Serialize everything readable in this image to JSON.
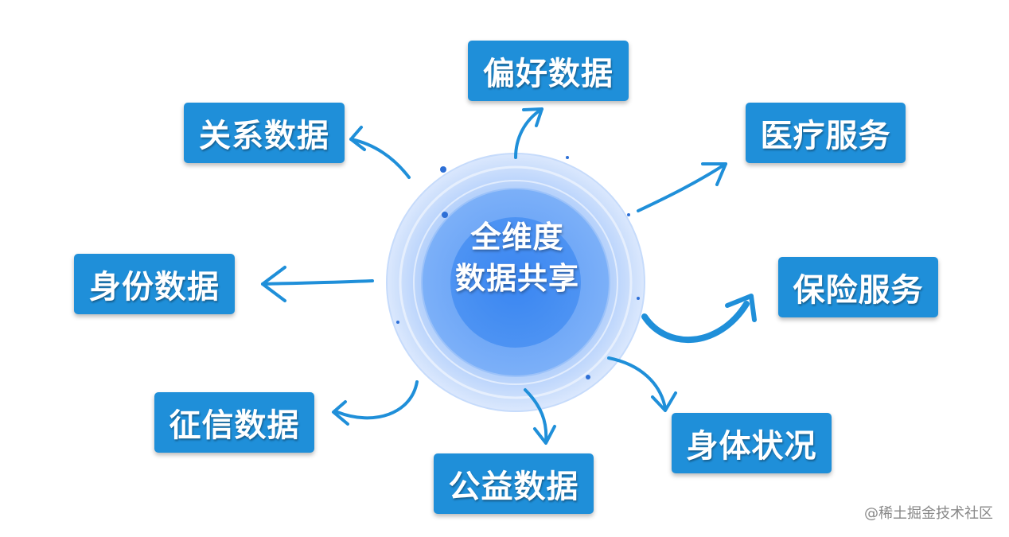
{
  "center": {
    "line1": "全维度",
    "line2": "数据共享"
  },
  "nodes": {
    "preference": "偏好数据",
    "relationship": "关系数据",
    "medical": "医疗服务",
    "identity": "身份数据",
    "insurance": "保险服务",
    "credit": "征信数据",
    "physical": "身体状况",
    "charity": "公益数据"
  },
  "watermark": "@稀土掘金技术社区",
  "colors": {
    "box_fill": "#1f8fd9",
    "arrow": "#1f8fd9",
    "circle_core": "#3f8cf2",
    "circle_mid": "#5d9ff6",
    "circle_outer": "#b5d1fb"
  }
}
